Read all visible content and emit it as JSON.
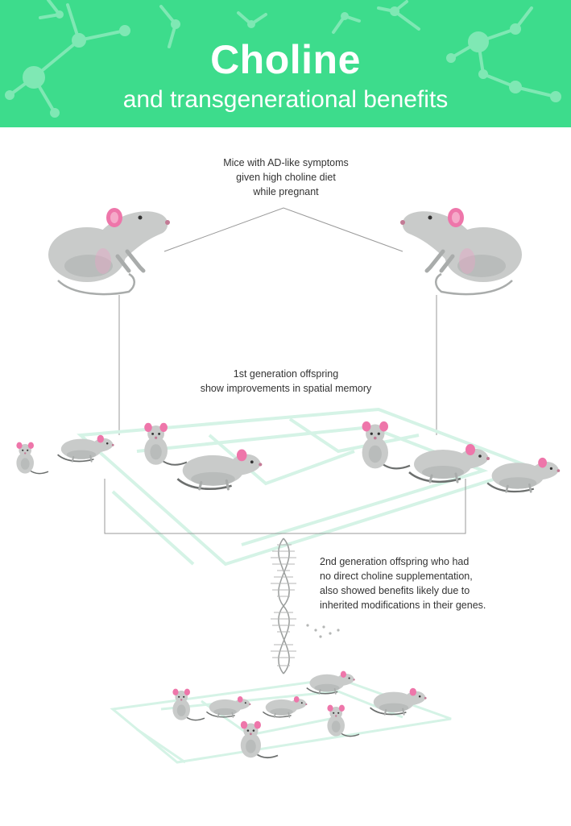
{
  "header": {
    "title": "Choline",
    "subtitle": "and transgenerational benefits"
  },
  "captions": {
    "parents": [
      "Mice with AD-like symptoms",
      "given high choline diet",
      "while pregnant"
    ],
    "gen1": [
      "1st generation offspring",
      "show improvements in spatial memory"
    ],
    "gen2": [
      "2nd generation offspring who had",
      "no direct choline supplementation,",
      "also showed benefits likely due to",
      "inherited modifications in their genes."
    ]
  },
  "colors": {
    "header_green": "#3ddc8c",
    "molecule": "#7fe8b4",
    "mouse_body": "#c9cbca",
    "mouse_shade": "#a9acab",
    "ear_pink": "#ee76aa",
    "maze_line": "#d5f3e6",
    "connector": "#999999"
  }
}
